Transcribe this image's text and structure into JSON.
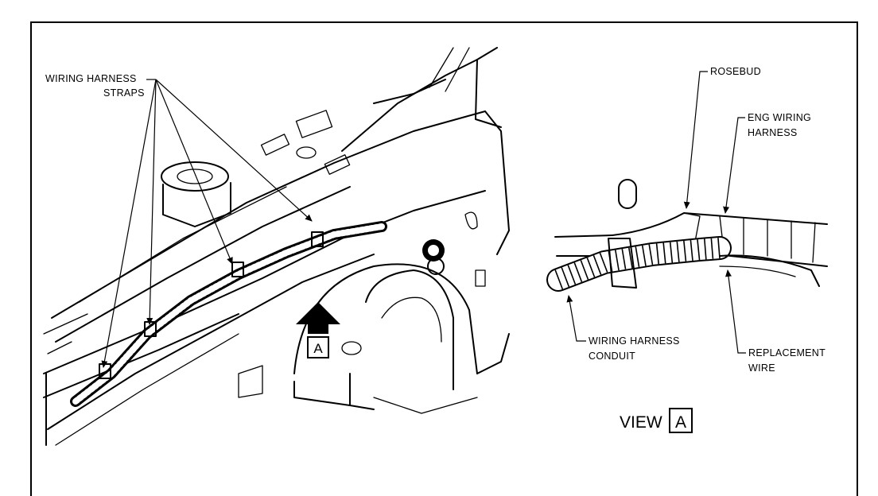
{
  "left_view": {
    "labels": {
      "straps": [
        "WIRING HARNESS",
        "STRAPS"
      ]
    },
    "view_marker": "A",
    "icons": [
      "up-arrow-icon"
    ]
  },
  "right_view": {
    "labels": {
      "rosebud": "ROSEBUD",
      "eng_harness": [
        "ENG WIRING",
        "HARNESS"
      ],
      "conduit": [
        "WIRING HARNESS",
        "CONDUIT"
      ],
      "replacement": [
        "REPLACEMENT",
        "WIRE"
      ]
    },
    "caption_word": "VIEW",
    "caption_box": "A"
  }
}
